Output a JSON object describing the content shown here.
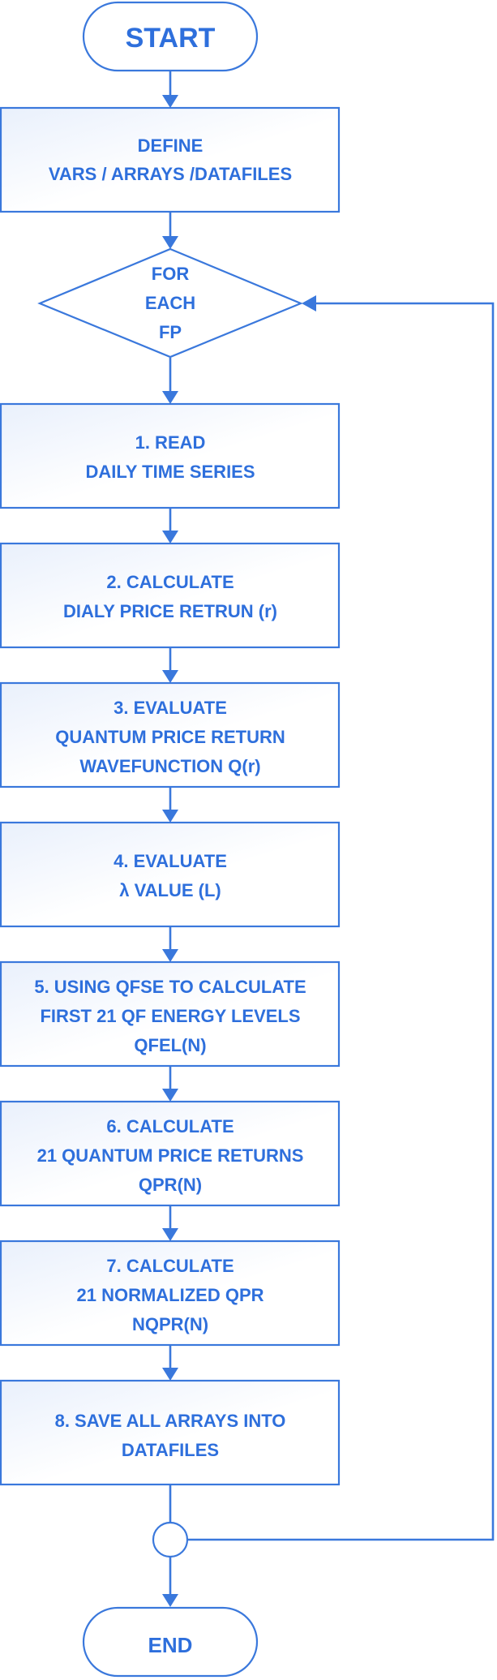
{
  "flowchart": {
    "start": "START",
    "define": [
      "DEFINE",
      "VARS / ARRAYS /DATAFILES"
    ],
    "loop": [
      "FOR",
      "EACH",
      "FP"
    ],
    "steps": [
      [
        "1. READ",
        "DAILY TIME SERIES"
      ],
      [
        "2. CALCULATE",
        "DIALY PRICE RETRUN (r)"
      ],
      [
        "3. EVALUATE",
        "QUANTUM PRICE RETURN",
        "WAVEFUNCTION Q(r)"
      ],
      [
        "4. EVALUATE",
        "λ  VALUE (L)"
      ],
      [
        "5. USING QFSE TO CALCULATE",
        "FIRST 21 QF ENERGY LEVELS",
        "QFEL(N)"
      ],
      [
        "6. CALCULATE",
        "21 QUANTUM PRICE RETURNS",
        "QPR(N)"
      ],
      [
        "7. CALCULATE",
        "21 NORMALIZED QPR",
        "NQPR(N)"
      ],
      [
        "8. SAVE ALL ARRAYS INTO",
        "DATAFILES"
      ]
    ],
    "end": "END"
  },
  "colors": {
    "stroke": "#3a78dc",
    "text": "#2e6fdc",
    "box_fill_light": "#f2f6fd",
    "box_fill_white": "#ffffff"
  }
}
